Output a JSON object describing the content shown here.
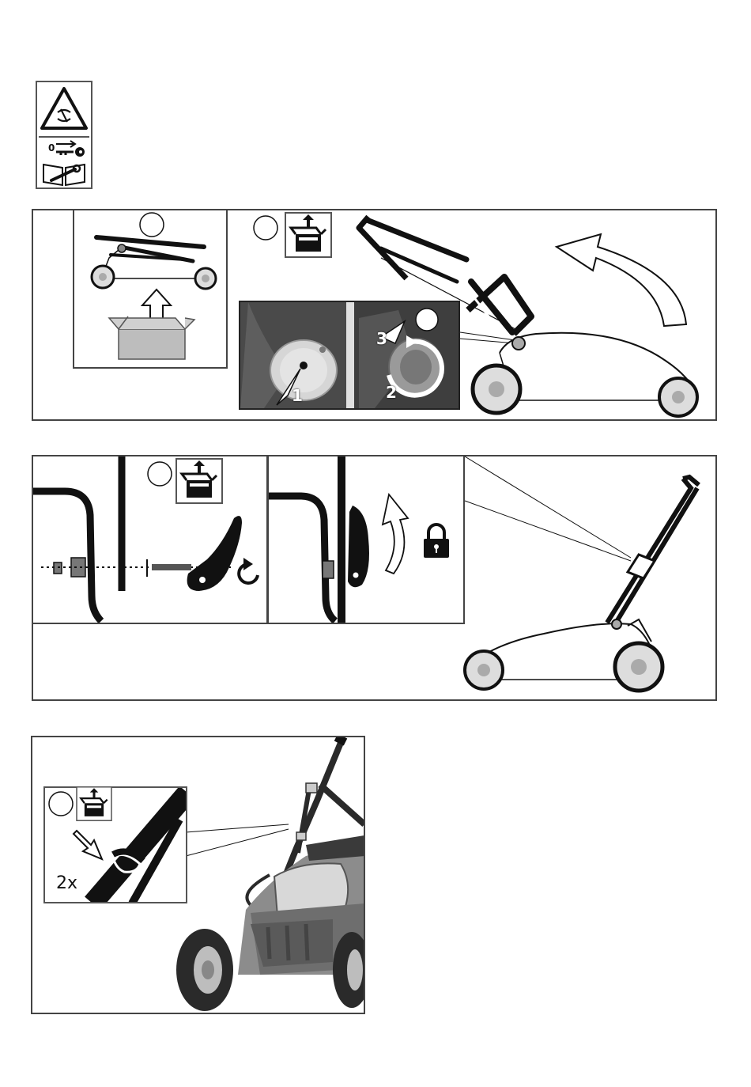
{
  "safety_icons": [
    {
      "icon": "hand-cut-warning-icon"
    },
    {
      "icon": "key-off-icon",
      "text": "0"
    },
    {
      "icon": "manual-wrench-icon"
    }
  ],
  "fig1": {
    "photo_step_labels": [
      "1",
      "2",
      "3"
    ]
  },
  "fig3": {
    "count_label": "2x"
  },
  "colors": {
    "line": "#111111",
    "wheel_fill": "#d9d9d9",
    "box_fill": "#bdbdbd",
    "photo_bg": "#3a3a3a"
  }
}
